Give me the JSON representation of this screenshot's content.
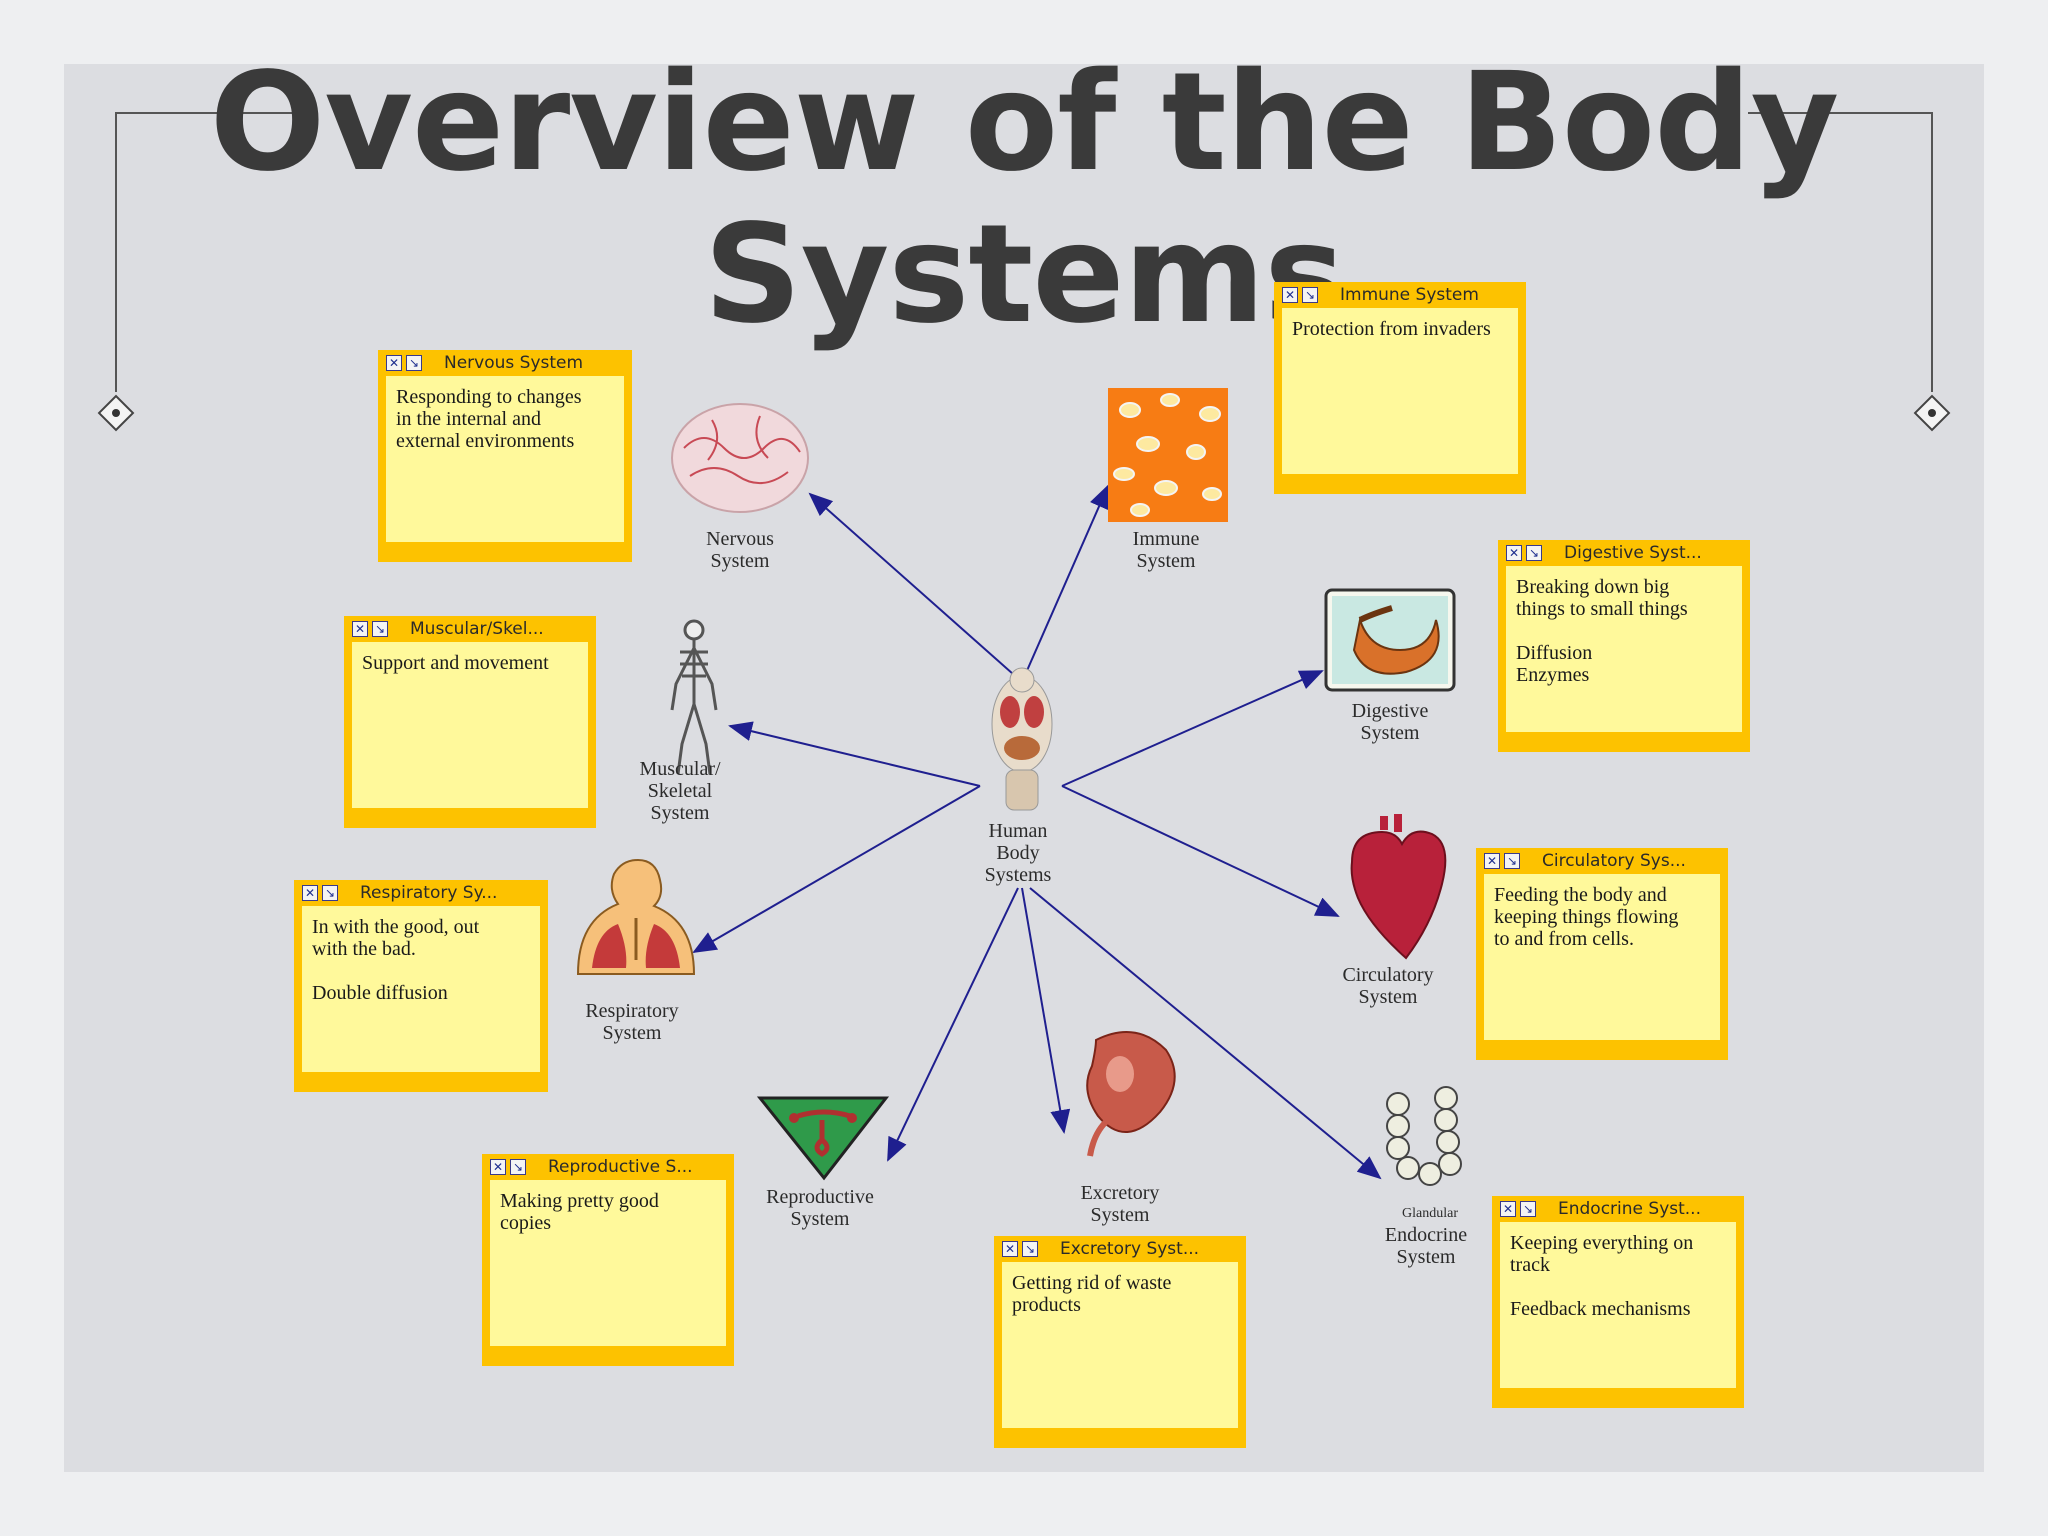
{
  "title": {
    "line1": "Overview of the Body",
    "line2": "Systems"
  },
  "center": {
    "label": "Human\nBody\nSystems",
    "icon": "human-torso-icon"
  },
  "systems": [
    {
      "id": "nervous",
      "label": "Nervous\nSystem",
      "icon": "brain-icon",
      "note_title": "Nervous System",
      "note_body": "Responding to changes\nin the internal and\nexternal environments"
    },
    {
      "id": "immune",
      "label": "Immune\nSystem",
      "icon": "cells-pattern-icon",
      "note_title": "Immune System",
      "note_body": "Protection from invaders"
    },
    {
      "id": "digestive",
      "label": "Digestive\nSystem",
      "icon": "stomach-icon",
      "note_title": "Digestive Syst...",
      "note_body": "Breaking down big\nthings to small things\n\nDiffusion\nEnzymes"
    },
    {
      "id": "muscular",
      "label": "Muscular/\nSkeletal\nSystem",
      "icon": "skeleton-icon",
      "note_title": "Muscular/Skel...",
      "note_body": "Support and movement"
    },
    {
      "id": "circulatory",
      "label": "Circulatory\nSystem",
      "icon": "heart-icon",
      "note_title": "Circulatory Sys...",
      "note_body": "Feeding the body and\nkeeping things flowing\nto and from cells."
    },
    {
      "id": "respiratory",
      "label": "Respiratory\nSystem",
      "icon": "lungs-icon",
      "note_title": "Respiratory Sy...",
      "note_body": "In with the good, out\nwith the bad.\n\nDouble diffusion"
    },
    {
      "id": "reproductive",
      "label": "Reproductive\nSystem",
      "icon": "uterus-icon",
      "note_title": "Reproductive S...",
      "note_body": "Making pretty good\ncopies"
    },
    {
      "id": "excretory",
      "label": "Excretory\nSystem",
      "icon": "kidney-icon",
      "note_title": "Excretory Syst...",
      "note_body": "Getting rid of waste\nproducts"
    },
    {
      "id": "endocrine",
      "sublabel": "Glandular",
      "label": "Endocrine\nSystem",
      "icon": "gland-cells-icon",
      "note_title": "Endocrine Syst...",
      "note_body": "Keeping everything on\ntrack\n\nFeedback mechanisms"
    }
  ],
  "colors": {
    "note_frame": "#fdc200",
    "note_body": "#fff99b",
    "arrow": "#1f1f8f",
    "title": "#3a3a3a"
  }
}
